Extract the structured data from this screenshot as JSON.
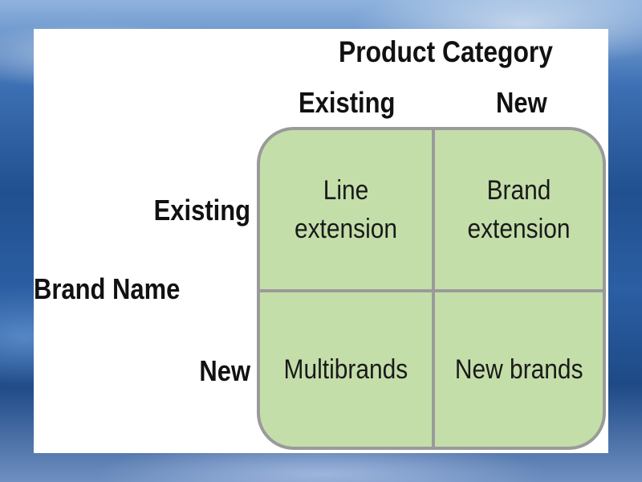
{
  "diagram": {
    "column_axis_title": "Product Category",
    "column_headers": [
      "Existing",
      "New"
    ],
    "row_axis_title": "Brand Name",
    "row_headers": [
      "Existing",
      "New"
    ],
    "cells": [
      [
        "Line extension",
        "Brand extension"
      ],
      [
        "Multibrands",
        "New brands"
      ]
    ],
    "colors": {
      "cell_fill": "#c4deaa",
      "grid_lines": "#9a9a9a",
      "slide_background": "#ffffff"
    }
  }
}
